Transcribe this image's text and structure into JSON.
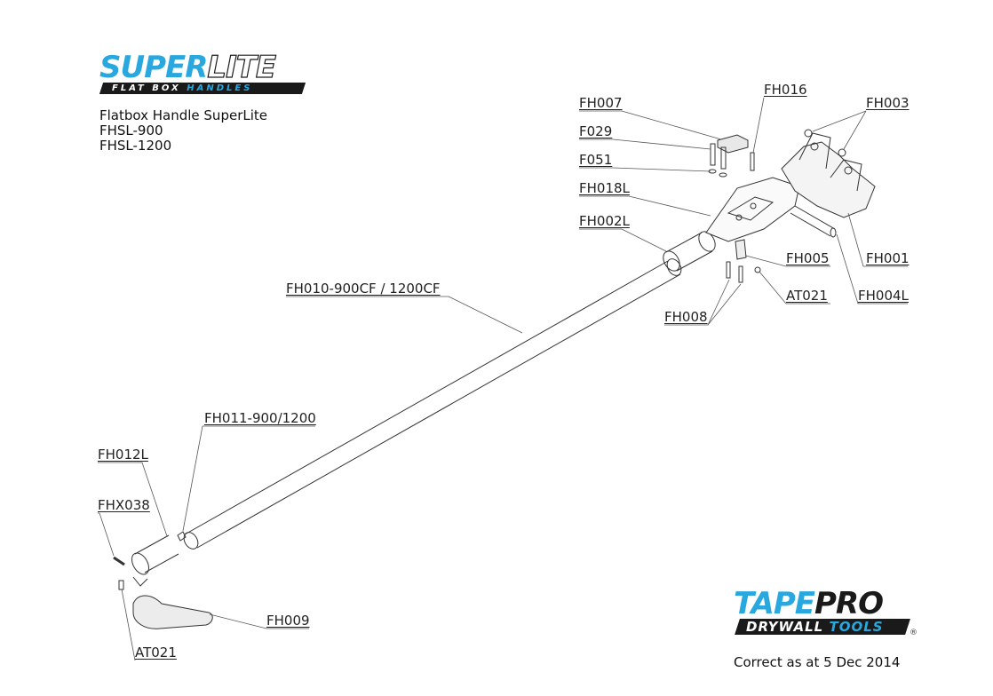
{
  "brand": {
    "superlite_word_super": "SUPER",
    "superlite_word_lite": "LITE",
    "superlite_sub_a": "FLAT BOX",
    "superlite_sub_b": "HANDLES",
    "tapepro_word_tape": "TAPE",
    "tapepro_word_pro": "PRO",
    "tapepro_sub_a": "DRYWALL",
    "tapepro_sub_b": "TOOLS",
    "registered_mark": "®",
    "colors": {
      "accent_blue": "#29a8e0",
      "dark": "#1a1a1a"
    }
  },
  "product": {
    "title": "Flatbox Handle SuperLite",
    "models": [
      "FHSL-900",
      "FHSL-1200"
    ]
  },
  "parts": {
    "FH007": "FH007",
    "FH016": "FH016",
    "FH003": "FH003",
    "F029": "F029",
    "F051": "F051",
    "FH018L": "FH018L",
    "FH002L": "FH002L",
    "FH005": "FH005",
    "FH001": "FH001",
    "AT021_top": "AT021",
    "FH004L": "FH004L",
    "FH008": "FH008",
    "FH010": "FH010-900CF / 1200CF",
    "FH011": "FH011-900/1200",
    "FH012L": "FH012L",
    "FHX038": "FHX038",
    "FH009": "FH009",
    "AT021_bottom": "AT021"
  },
  "footer": {
    "date_note": "Correct as at 5 Dec 2014"
  }
}
